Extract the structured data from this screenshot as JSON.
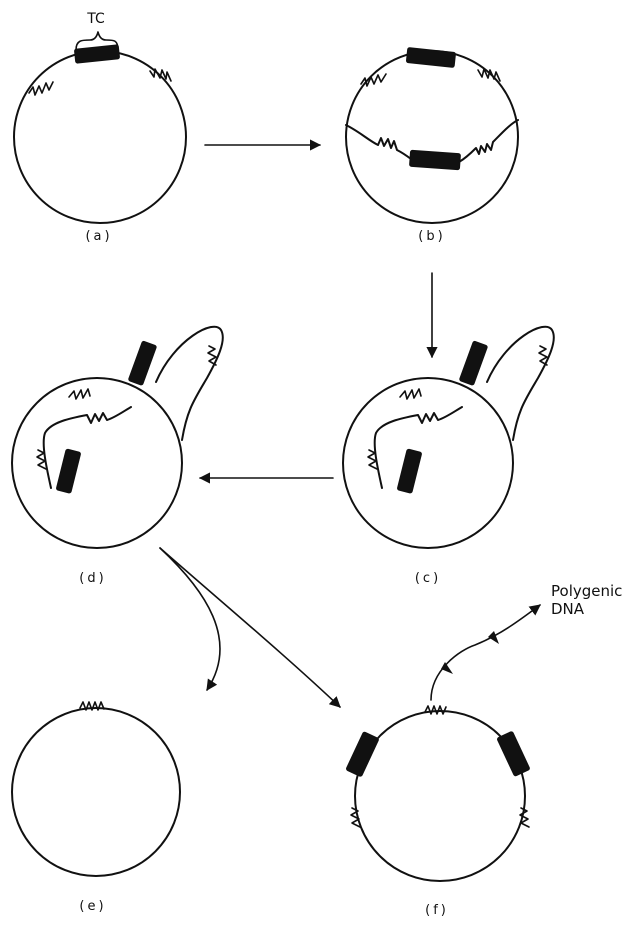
{
  "annotation": {
    "tc": "TC"
  },
  "panels": {
    "a": {
      "label": "(a)"
    },
    "b": {
      "label": "(b)"
    },
    "c": {
      "label": "(c)"
    },
    "d": {
      "label": "(d)"
    },
    "e": {
      "label": "(e)"
    },
    "f": {
      "label": "(f)"
    }
  },
  "product": {
    "line1": "Polygenic",
    "line2": "DNA"
  }
}
